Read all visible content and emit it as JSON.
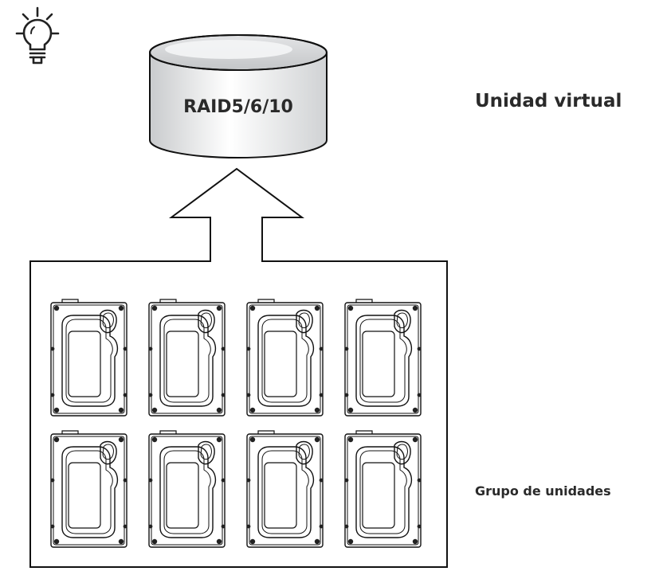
{
  "diagram": {
    "raid_label": "RAID5/6/10",
    "virtual_drive_label": "Unidad virtual",
    "drive_group_label": "Grupo de unidades",
    "tip_icon": "lightbulb-icon",
    "drive_icon": "hard-drive-icon",
    "drive_count": 8,
    "drive_rows": 2,
    "drive_columns": 4
  }
}
